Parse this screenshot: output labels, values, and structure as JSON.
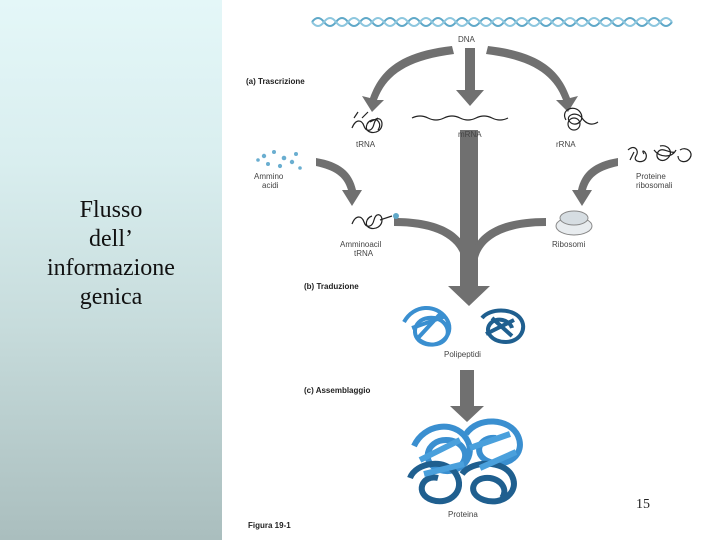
{
  "slide": {
    "title_lines": [
      "Flusso",
      "dell’",
      "informazione",
      "genica"
    ],
    "page_number": "15"
  },
  "figure": {
    "caption": "Figura 19-1",
    "sections": {
      "a": "(a) Trascrizione",
      "b": "(b) Traduzione",
      "c": "(c) Assemblaggio"
    },
    "labels": {
      "dna": "DNA",
      "trna": "tRNA",
      "mrna": "mRNA",
      "rrna": "rRNA",
      "amminoacidi_1": "Ammino",
      "amminoacidi_2": "acidi",
      "proteine_ribosomali_1": "Proteine",
      "proteine_ribosomali_2": "ribosomali",
      "amminoacil_trna_1": "Amminoacil",
      "amminoacil_trna_2": "tRNA",
      "ribosomi": "Ribosomi",
      "polipeptidi": "Polipeptidi",
      "proteina": "Proteina"
    }
  },
  "colors": {
    "arrow": "#707070",
    "dna_helix": "#5fa8c8",
    "protein_light": "#3a8fd0",
    "protein_dark": "#1f5f8f",
    "aminoacid_dots": "#6aaed0"
  }
}
